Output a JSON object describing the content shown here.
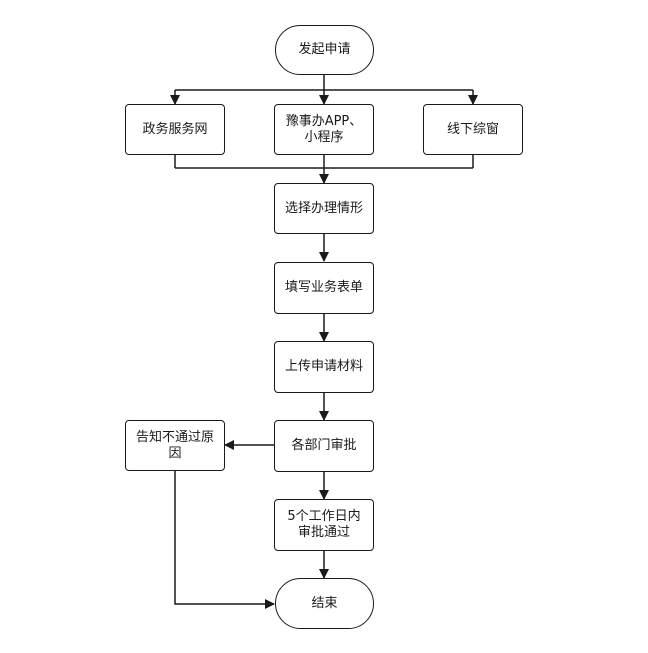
{
  "nodes": {
    "start": "发起申请",
    "gov_portal": "政务服务网",
    "app": "豫事办APP、小程序",
    "offline": "线下综窗",
    "choose": "选择办理情形",
    "fill": "填写业务表单",
    "upload": "上传申请材料",
    "review": "各部门审批",
    "reject": "告知不通过原因",
    "approved": "5个工作日内审批通过",
    "end": "结束"
  },
  "colors": {
    "stroke": "#1a1a1a",
    "fill": "#ffffff",
    "text": "#1a1a1a"
  }
}
